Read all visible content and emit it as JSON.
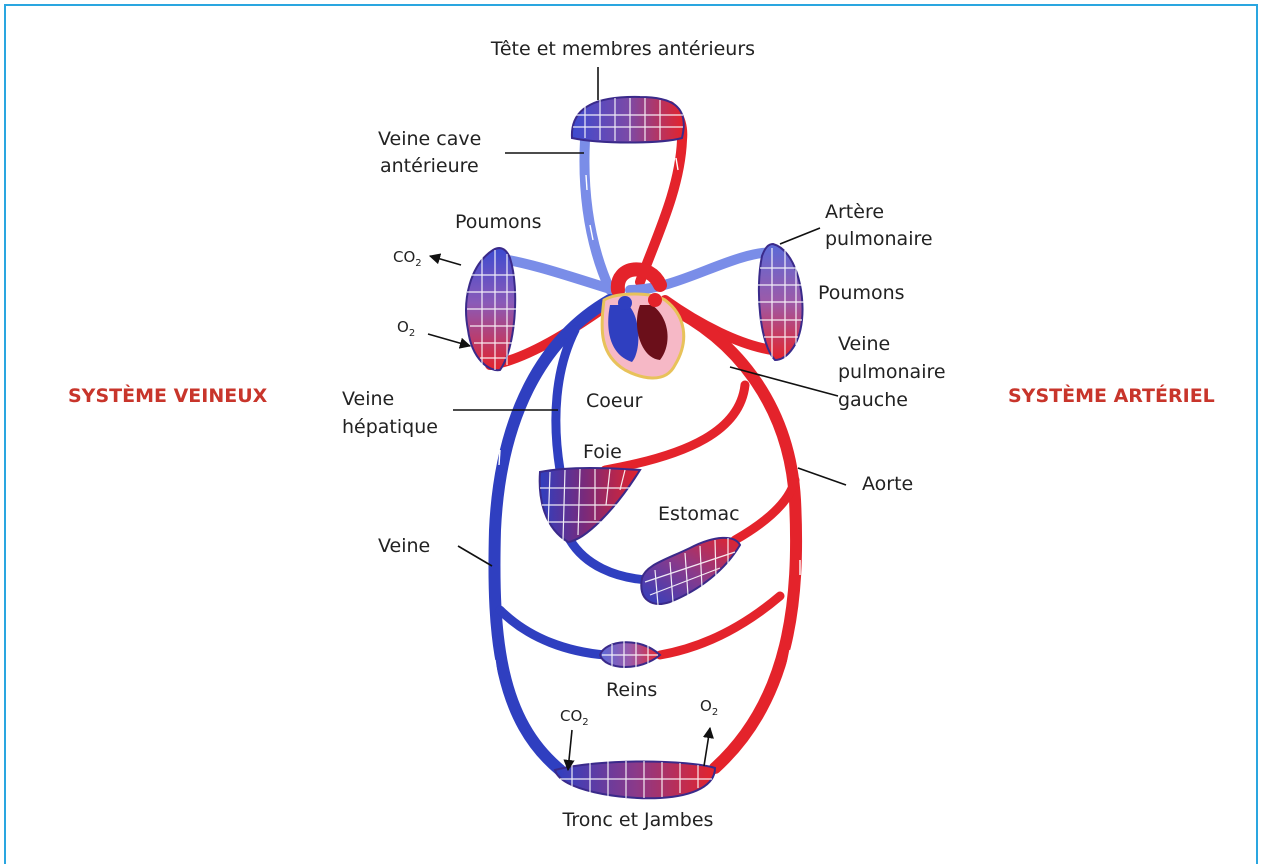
{
  "labels": {
    "head": "Tête et membres antérieurs",
    "vena_cava_1": "Veine cave",
    "vena_cava_2": "antérieure",
    "lungs_left": "Poumons",
    "lungs_right": "Poumons",
    "pulm_artery_1": "Artère",
    "pulm_artery_2": "pulmonaire",
    "pulm_vein_1": "Veine",
    "pulm_vein_2": "pulmonaire",
    "pulm_vein_3": "gauche",
    "heart": "Coeur",
    "hepatic_1": "Veine",
    "hepatic_2": "hépatique",
    "liver": "Foie",
    "stomach": "Estomac",
    "aorta": "Aorte",
    "vein": "Veine",
    "kidneys": "Reins",
    "trunk": "Tronc et Jambes"
  },
  "gases": {
    "co2_left": "CO",
    "co2_left_sub": "2",
    "o2_left": "O",
    "o2_left_sub": "2",
    "co2_bottom": "CO",
    "co2_bottom_sub": "2",
    "o2_bottom": "O",
    "o2_bottom_sub": "2"
  },
  "sides": {
    "venous": "SYSTÈME VEINEUX",
    "arterial": "SYSTÈME ARTÉRIEL"
  },
  "colors": {
    "frame": "#2aa6e0",
    "venous_blood": "#2f3fc0",
    "arterial_blood": "#e4232b",
    "side_title": "#c8352b"
  }
}
